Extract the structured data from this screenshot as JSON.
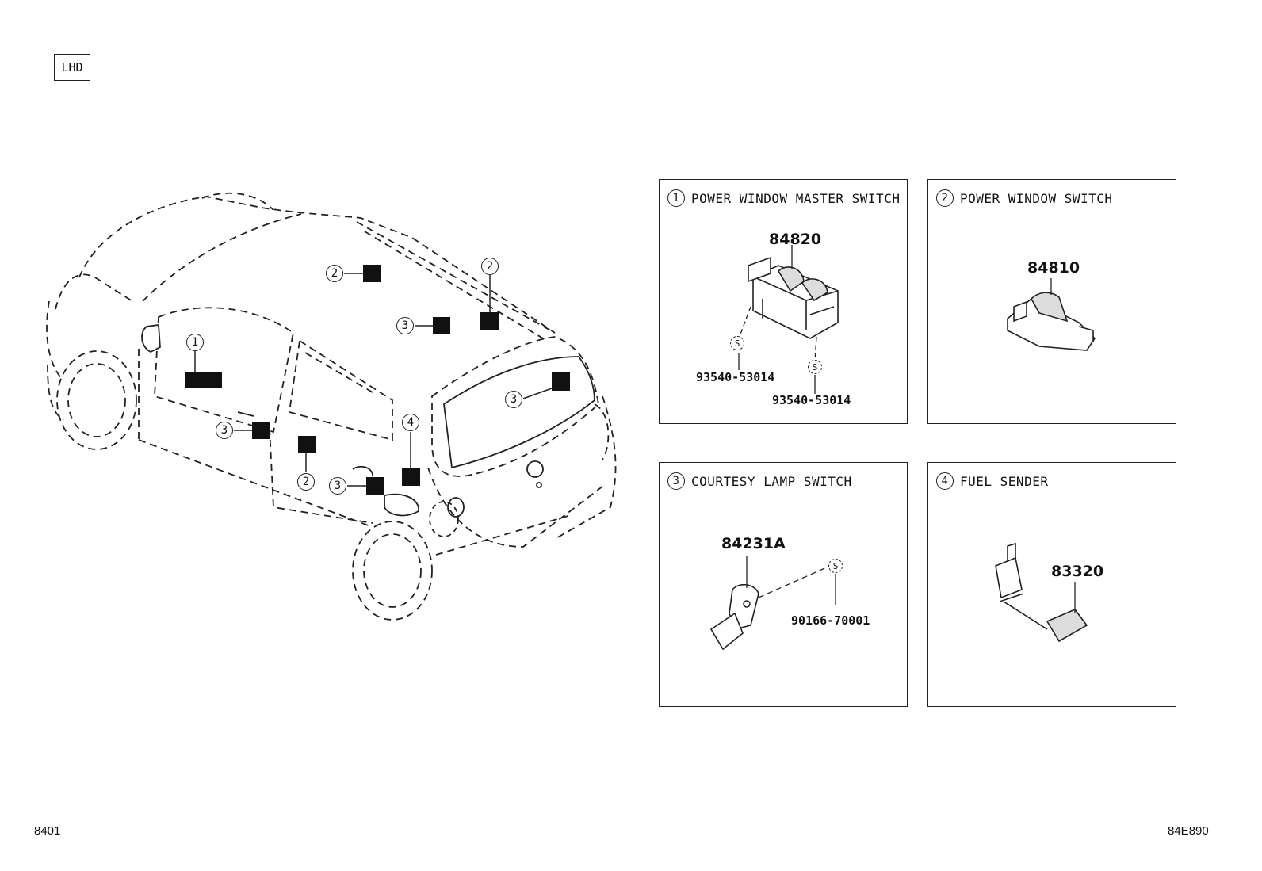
{
  "badge": "LHD",
  "footer": {
    "left_code": "8401",
    "right_code": "84E890"
  },
  "markers": {
    "m1": "1",
    "m2a": "2",
    "m2b": "2",
    "m2c": "2",
    "m3a": "3",
    "m3b": "3",
    "m3c": "3",
    "m3d": "3",
    "m4": "4"
  },
  "panels": {
    "p1": {
      "num": "1",
      "title": "POWER WINDOW MASTER SWITCH",
      "part": "84820",
      "screw_a": "93540-53014",
      "screw_b": "93540-53014",
      "screw_symbol": "S"
    },
    "p2": {
      "num": "2",
      "title": "POWER WINDOW SWITCH",
      "part": "84810"
    },
    "p3": {
      "num": "3",
      "title": "COURTESY LAMP SWITCH",
      "part": "84231A",
      "screw": "90166-70001",
      "screw_symbol": "S"
    },
    "p4": {
      "num": "4",
      "title": "FUEL SENDER",
      "part": "83320"
    }
  }
}
